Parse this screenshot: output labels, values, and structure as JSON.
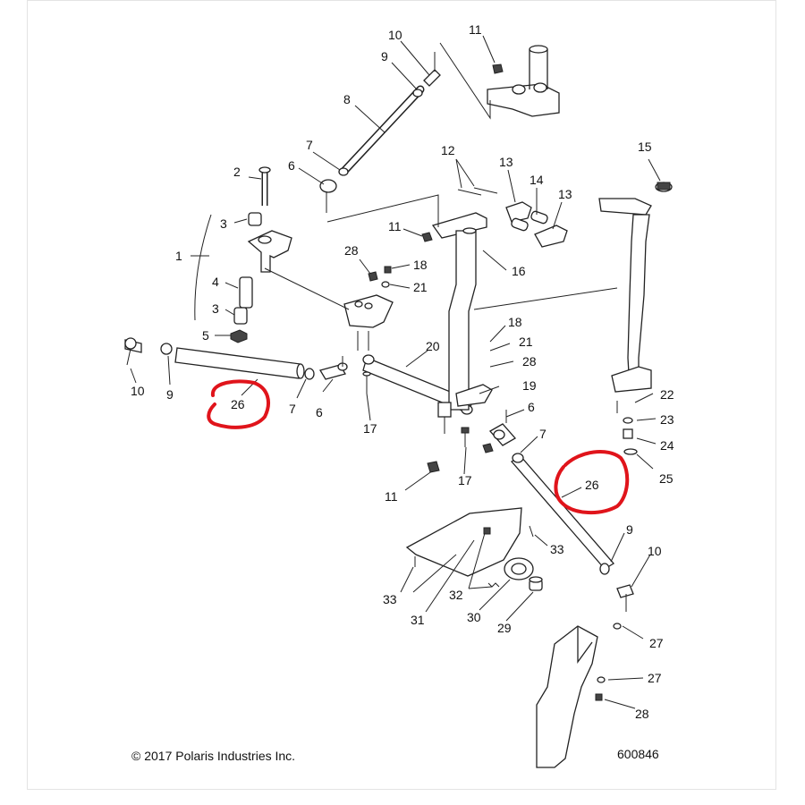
{
  "diagram": {
    "callouts": [
      "1",
      "2",
      "3",
      "3",
      "4",
      "5",
      "6",
      "6",
      "6",
      "7",
      "7",
      "7",
      "8",
      "9",
      "9",
      "9",
      "10",
      "10",
      "10",
      "11",
      "11",
      "11",
      "12",
      "13",
      "13",
      "14",
      "15",
      "16",
      "17",
      "17",
      "18",
      "18",
      "19",
      "20",
      "21",
      "21",
      "22",
      "23",
      "24",
      "25",
      "26",
      "26",
      "27",
      "27",
      "28",
      "28",
      "28",
      "29",
      "30",
      "31",
      "32",
      "33",
      "33"
    ],
    "copyright": "© 2017 Polaris Industries Inc.",
    "figure_number": "600846",
    "highlight_color": "#e0141b",
    "highlighted_part": "26"
  }
}
